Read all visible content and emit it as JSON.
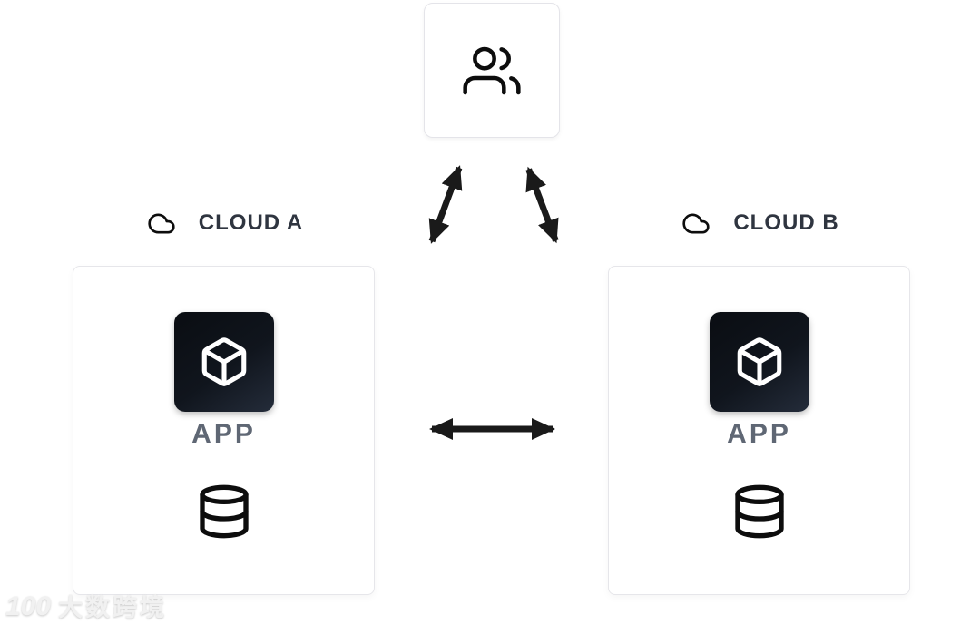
{
  "diagram": {
    "users_node": {
      "icon": "users-icon"
    },
    "cloud_a": {
      "label": "CLOUD A",
      "icon": "cloud-icon",
      "app_label": "APP",
      "app_icon": "cube-icon",
      "db_icon": "database-icon"
    },
    "cloud_b": {
      "label": "CLOUD B",
      "icon": "cloud-icon",
      "app_label": "APP",
      "app_icon": "cube-icon",
      "db_icon": "database-icon"
    },
    "connections": [
      {
        "from": "users",
        "to": "cloud-a",
        "type": "bidirectional-arrow"
      },
      {
        "from": "users",
        "to": "cloud-b",
        "type": "bidirectional-arrow"
      },
      {
        "from": "cloud-a",
        "to": "cloud-b",
        "type": "bidirectional-arrow"
      }
    ]
  },
  "watermark": {
    "logo": "100",
    "text": "大数跨境"
  },
  "colors": {
    "background": "#ffffff",
    "box_border": "#e5e5ea",
    "icon_stroke": "#0d0d0d",
    "arrow": "#1a1a1a",
    "label_dark": "#2f3540",
    "label_muted": "#5f6774",
    "app_tile_dark": "#0f141b"
  }
}
